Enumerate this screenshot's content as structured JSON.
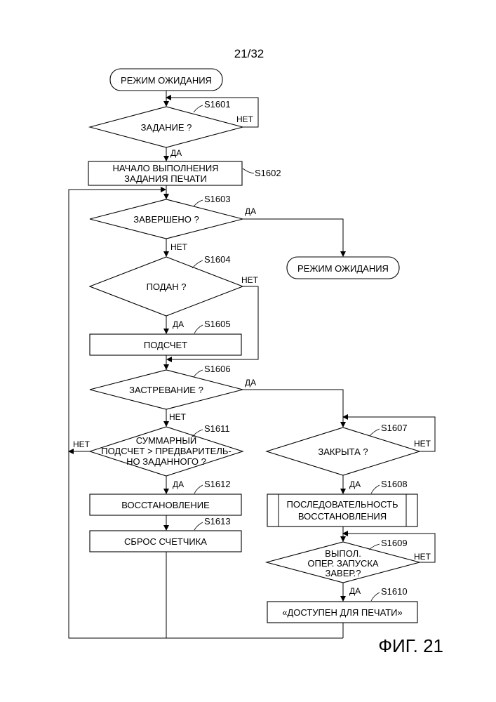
{
  "page_number": "21/32",
  "figure_label": "ФИГ. 21",
  "nodes": {
    "standby_start": "РЕЖИМ ОЖИДАНИЯ",
    "s1601": {
      "step": "S1601",
      "text": "ЗАДАНИЕ ?"
    },
    "s1602": {
      "step": "S1602",
      "line1": "НАЧАЛО ВЫПОЛНЕНИЯ",
      "line2": "ЗАДАНИЯ ПЕЧАТИ"
    },
    "s1603": {
      "step": "S1603",
      "text": "ЗАВЕРШЕНО ?"
    },
    "standby_end": "РЕЖИМ ОЖИДАНИЯ",
    "s1604": {
      "step": "S1604",
      "text": "ПОДАН ?"
    },
    "s1605": {
      "step": "S1605",
      "text": "ПОДСЧЕТ"
    },
    "s1606": {
      "step": "S1606",
      "text": "ЗАСТРЕВАНИЕ ?"
    },
    "s1611": {
      "step": "S1611",
      "line1": "СУММАРНЫЙ",
      "line2": "ПОДСЧЕТ > ПРЕДВАРИТЕЛЬ-",
      "line3": "НО ЗАДАННОГО ?"
    },
    "s1612": {
      "step": "S1612",
      "text": "ВОССТАНОВЛЕНИЕ"
    },
    "s1613": {
      "step": "S1613",
      "text": "СБРОС СЧЕТЧИКА"
    },
    "s1607": {
      "step": "S1607",
      "text": "ЗАКРЫТА ?"
    },
    "s1608": {
      "step": "S1608",
      "line1": "ПОСЛЕДОВАТЕЛЬНОСТЬ",
      "line2": "ВОССТАНОВЛЕНИЯ"
    },
    "s1609": {
      "step": "S1609",
      "line1": "ВЫПОЛ.",
      "line2": "ОПЕР. ЗАПУСКА",
      "line3": "ЗАВЕР.?"
    },
    "s1610": {
      "step": "S1610",
      "text": "«ДОСТУПЕН ДЛЯ ПЕЧАТИ»"
    }
  },
  "branch_labels": {
    "yes": "ДА",
    "no": "НЕТ"
  }
}
